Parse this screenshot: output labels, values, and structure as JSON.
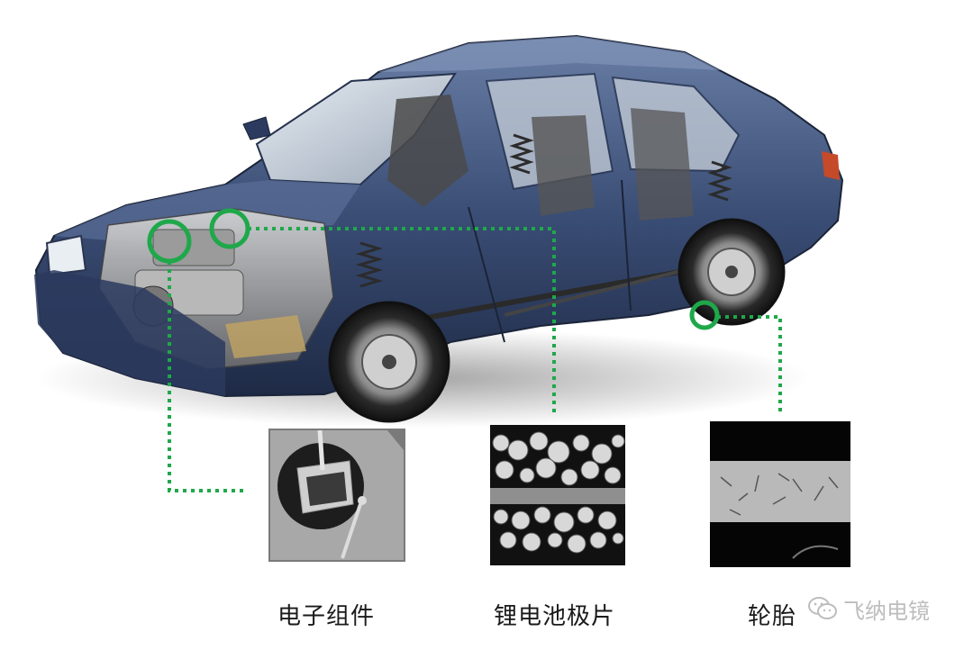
{
  "captions": {
    "electronic_components": "电子组件",
    "battery_electrode": "锂电池极片",
    "tire": "轮胎"
  },
  "watermark": {
    "text": "飞纳电镜",
    "icon": "wechat-icon"
  },
  "colors": {
    "callout_green": "#1fa84a",
    "car_body": "#3a4d75",
    "background": "#ffffff"
  }
}
